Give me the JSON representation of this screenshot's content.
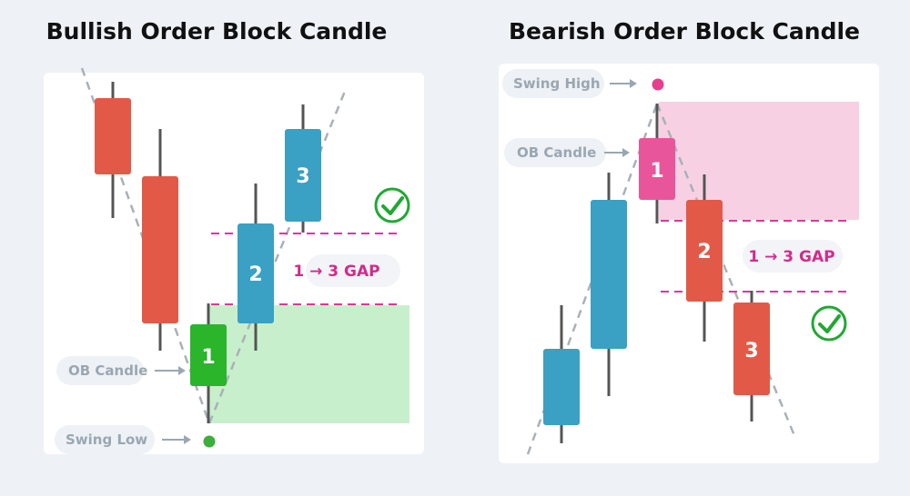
{
  "colors": {
    "bullish_cell": "#2ab52a",
    "bearish_cell": "#e25a47",
    "up_cell": "#3aa0c4",
    "pink_candle": "#e9559b",
    "wick": "#555555",
    "gap_line": "#e0369a",
    "trend_line": "#a9b1b8",
    "green_zone": "#c8efcc",
    "pink_zone": "#f7d1e3",
    "check": "#21a834"
  },
  "bullish": {
    "title": "Bullish Order Block Candle",
    "ob_label": "OB Candle",
    "swing_label": "Swing Low",
    "gap_label": "1 → 3 GAP",
    "candles": [
      {
        "num": ""
      },
      {
        "num": ""
      },
      {
        "num": "1"
      },
      {
        "num": "2"
      },
      {
        "num": "3"
      }
    ]
  },
  "bearish": {
    "title": "Bearish Order Block Candle",
    "swing_label": "Swing High",
    "ob_label": "OB Candle",
    "gap_label": "1 → 3 GAP",
    "candles": [
      {
        "num": ""
      },
      {
        "num": ""
      },
      {
        "num": "1"
      },
      {
        "num": "2"
      },
      {
        "num": "3"
      }
    ]
  }
}
